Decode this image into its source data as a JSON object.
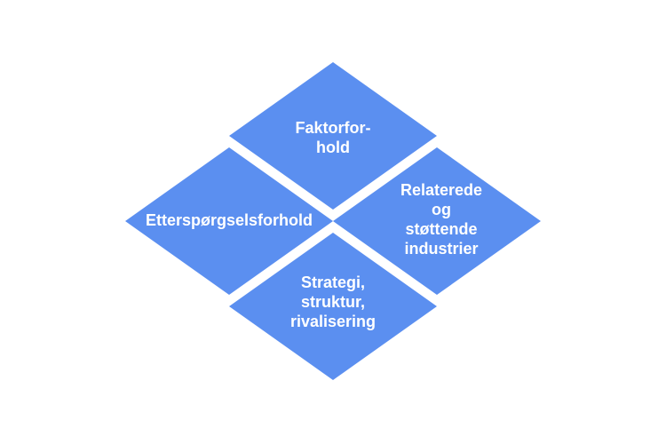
{
  "diagram": {
    "fill_color": "#5b8ff0",
    "background": "#ffffff",
    "quadrants": {
      "top": {
        "lines": [
          "Faktorfor-",
          "hold"
        ]
      },
      "left": {
        "lines": [
          "Etterspørgselsforhold"
        ]
      },
      "right": {
        "lines": [
          "Relaterede",
          "og",
          "støttende",
          "industrier"
        ]
      },
      "bottom": {
        "lines": [
          "Strategi,",
          "struktur,",
          "rivalisering"
        ]
      }
    }
  }
}
